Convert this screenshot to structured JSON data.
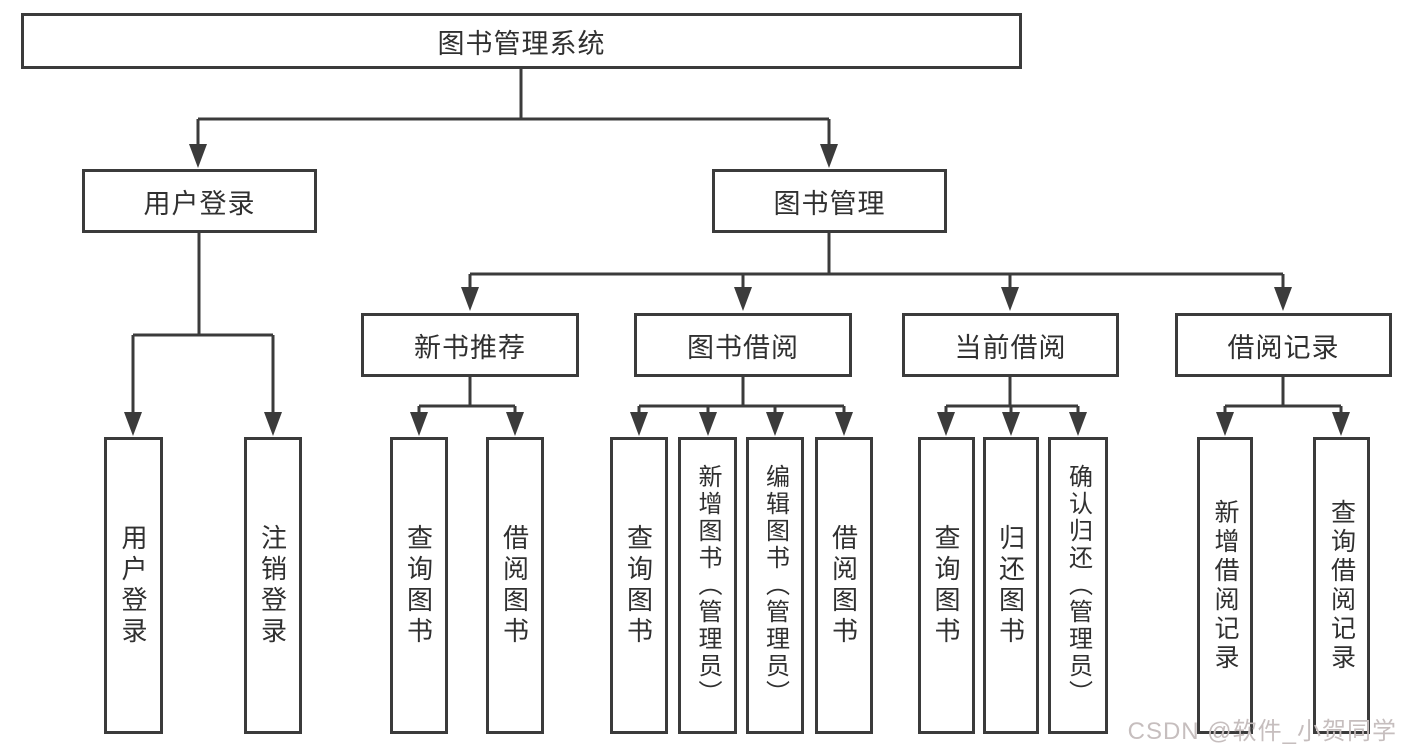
{
  "nodes": {
    "root": {
      "label": "图书管理系统"
    },
    "user_login": {
      "label": "用户登录"
    },
    "book_mgmt": {
      "label": "图书管理"
    },
    "new_book_rec": {
      "label": "新书推荐"
    },
    "book_borrow": {
      "label": "图书借阅"
    },
    "current_borrow": {
      "label": "当前借阅"
    },
    "borrow_records": {
      "label": "借阅记录"
    },
    "ul_login": {
      "label": "用户登录"
    },
    "ul_logout": {
      "label": "注销登录"
    },
    "nr_query": {
      "label": "查询图书"
    },
    "nr_borrow": {
      "label": "借阅图书"
    },
    "bb_query": {
      "label": "查询图书"
    },
    "bb_add": {
      "label": "新增图书（管理员）"
    },
    "bb_edit": {
      "label": "编辑图书（管理员）"
    },
    "bb_borrow": {
      "label": "借阅图书"
    },
    "cb_query": {
      "label": "查询图书"
    },
    "cb_return": {
      "label": "归还图书"
    },
    "cb_confirm": {
      "label": "确认归还（管理员）"
    },
    "br_add": {
      "label": "新增借阅记录"
    },
    "br_query": {
      "label": "查询借阅记录"
    }
  },
  "colors": {
    "line": "#3b3b3b",
    "text": "#303030",
    "watermark_text": "#c6bebe",
    "background": "#ffffff"
  },
  "watermark": {
    "text": "CSDN @软件_小贺同学"
  }
}
